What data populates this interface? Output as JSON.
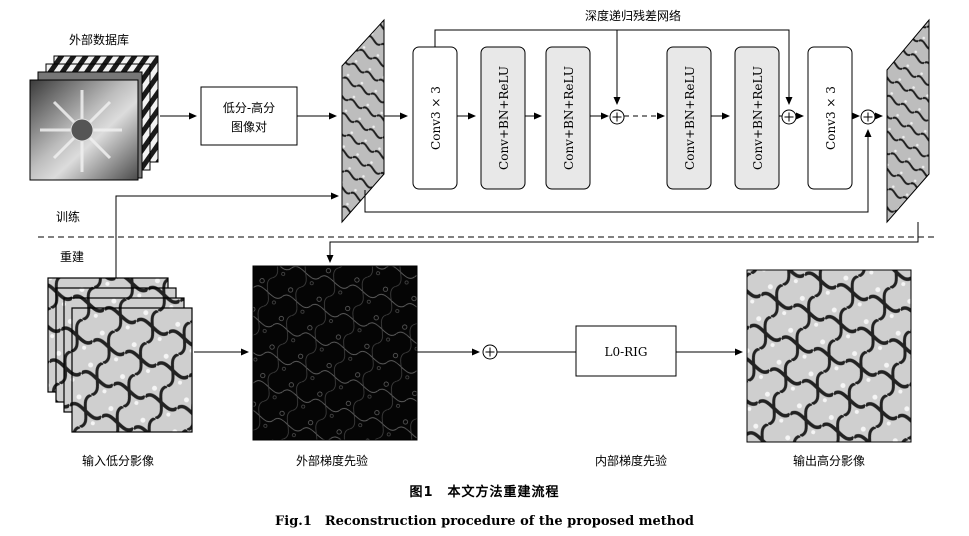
{
  "labels": {
    "external_db": "外部数据库",
    "lr_hr_pair_line1": "低分-高分",
    "lr_hr_pair_line2": "图像对",
    "residual_network": "深度递归残差网络",
    "train": "训练",
    "rebuild": "重建",
    "input_lr": "输入低分影像",
    "external_gradient_prior": "外部梯度先验",
    "internal_gradient_prior": "内部梯度先验",
    "output_hr": "输出高分影像",
    "l0_rig": "L0-RIG"
  },
  "network": {
    "conv_first": "Conv3 × 3",
    "block1": "Conv+BN+ReLU",
    "block2": "Conv+BN+ReLU",
    "block3": "Conv+BN+ReLU",
    "block4": "Conv+BN+ReLU",
    "conv_last": "Conv3 × 3",
    "plus_symbol": "+"
  },
  "caption": {
    "cn": "图1　本文方法重建流程",
    "en": "Fig.1　Reconstruction procedure of the proposed method"
  },
  "colors": {
    "block_fill": "#e8e8e8",
    "line": "#000000"
  }
}
